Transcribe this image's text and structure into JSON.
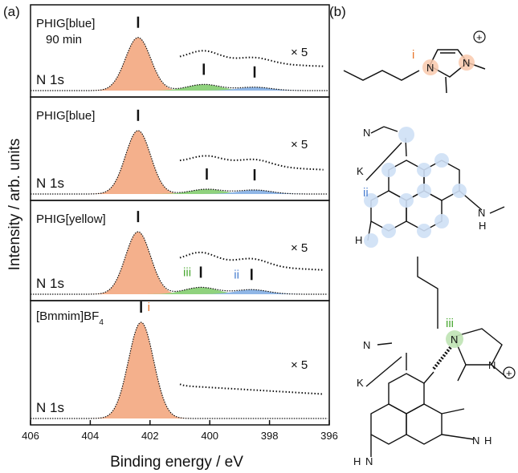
{
  "panels": {
    "a": "(a)",
    "b": "(b)"
  },
  "chart_data": {
    "type": "line",
    "xlabel": "Binding energy / eV",
    "ylabel": "Intensity / arb. units",
    "xlim": [
      406,
      396
    ],
    "x_ticks": [
      "406",
      "404",
      "402",
      "400",
      "398",
      "396"
    ],
    "x_reversed": true,
    "series": [
      {
        "name": "PHIG[blue] 90 min",
        "label_lines": [
          "PHIG[blue]",
          "90 min"
        ],
        "core": "N 1s",
        "magnification": "× 5",
        "peaks": [
          {
            "center": 402.4,
            "height": 0.78,
            "color": "#f4b08c",
            "marker": ""
          },
          {
            "center": 400.2,
            "height": 0.09,
            "color": "#8fd27d",
            "marker": ""
          },
          {
            "center": 398.5,
            "height": 0.05,
            "color": "#8fb6e6",
            "marker": ""
          }
        ]
      },
      {
        "name": "PHIG[blue]",
        "label_lines": [
          "PHIG[blue]"
        ],
        "core": "N 1s",
        "magnification": "× 5",
        "peaks": [
          {
            "center": 402.4,
            "height": 0.8,
            "color": "#f4b08c",
            "marker": ""
          },
          {
            "center": 400.1,
            "height": 0.06,
            "color": "#8fd27d",
            "marker": ""
          },
          {
            "center": 398.5,
            "height": 0.05,
            "color": "#8fb6e6",
            "marker": ""
          }
        ]
      },
      {
        "name": "PHIG[yellow]",
        "label_lines": [
          "PHIG[yellow]"
        ],
        "core": "N 1s",
        "magnification": "× 5",
        "peaks": [
          {
            "center": 402.4,
            "height": 0.82,
            "color": "#f4b08c",
            "marker": ""
          },
          {
            "center": 400.3,
            "height": 0.09,
            "color": "#8fd27d",
            "marker": "iii"
          },
          {
            "center": 398.6,
            "height": 0.06,
            "color": "#8fb6e6",
            "marker": "ii"
          }
        ]
      },
      {
        "name": "[Bmmim]BF4",
        "label_main": "[Bmmim]BF",
        "label_sub": "4",
        "core": "N 1s",
        "magnification": "× 5",
        "peaks": [
          {
            "center": 402.3,
            "height": 0.96,
            "color": "#f4b08c",
            "marker": "i"
          }
        ]
      }
    ],
    "marker_colors": {
      "i": "#e8762c",
      "ii": "#4a7fd0",
      "iii": "#4aa832"
    }
  },
  "structures": {
    "labels": {
      "i": "i",
      "ii": "ii",
      "iii": "iii"
    },
    "atoms": {
      "N": "N",
      "K": "K",
      "H": "H",
      "plus": "+"
    }
  }
}
